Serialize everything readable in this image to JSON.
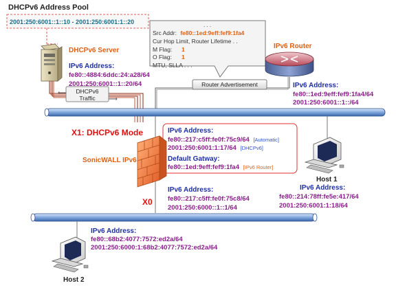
{
  "pool": {
    "title": "DHCPv6 Address Pool",
    "range": "2001:250:6001::1::10 - 2001:250:6001:1::20"
  },
  "dhcp_server": {
    "label": "DHCPv6 Server",
    "addr_title": "IPv6 Address:",
    "addr_1": "fe80::4884:6ddc:24:a28/64",
    "addr_2": "2001:250:6001::1::20/64"
  },
  "router_callout": {
    "dots": ". . .",
    "src_label": "Src Addr:",
    "src_value": "fe80::1ed:9eff:fef9:1fa4",
    "line_2": "Cur Hop Limit, Router Lifetime  . .",
    "m_flag_label": "M Flag:",
    "m_flag_value": "1",
    "o_flag_label": "O Flag:",
    "o_flag_value": "1",
    "mtu": "MTU, SLLA . . ."
  },
  "router": {
    "label": "IPv6 Router",
    "addr_title": "IPv6 Address:",
    "addr_1": "fe80::1ed:9eff:fef9:1fa4/64",
    "addr_2": "2001:250:6001::1::/64"
  },
  "links": {
    "ra_label": "Router Advertisement",
    "dhcp_traffic_1": "DHCPv6",
    "dhcp_traffic_2": "Traffic"
  },
  "sonicwall": {
    "label": "SonicWALL IPv6",
    "x1_label": "X1: DHCPv6 Mode",
    "x0_label": "X0"
  },
  "x1_box": {
    "addr_title": "IPv6 Address:",
    "addr_1": "fe80::217:c5ff:fe0f:75c9/64",
    "tag_1": "[Automatic]",
    "addr_2": "2001:250:6001:1:17/64",
    "tag_2": "[DHCPv6]",
    "gw_title": "Default Gatway:",
    "gw_addr": "fe80::1ed:9eff:fef9:1fa4",
    "gw_tag": "[IPv6 Router]"
  },
  "x0_info": {
    "addr_title": "IPv6 Address:",
    "addr_1": "fe80::217:c5ff:fe0f:75c8/64",
    "addr_2": "2001:250:6000::1::1/64"
  },
  "host1": {
    "label": "Host 1",
    "addr_title": "IPv6 Address:",
    "addr_1": "fe80::214:78ff:fe5e:417/64",
    "addr_2": "2001:250:6001:1:18/64"
  },
  "host2": {
    "label": "Host 2",
    "addr_title": "IPv6 Address:",
    "addr_1": "fe80::68b2:4077:7572:ed2a/64",
    "addr_2": "2001:250:6000:1:68b2:4077:7572:ed2a/64"
  },
  "colors": {
    "title_blue": "#1f2fa6",
    "addr_purple": "#8a1e8a",
    "label_orange": "#e06010",
    "x_red": "#e01010",
    "tag_blue": "#3050d0",
    "bus_blue": "#2a64b8"
  }
}
